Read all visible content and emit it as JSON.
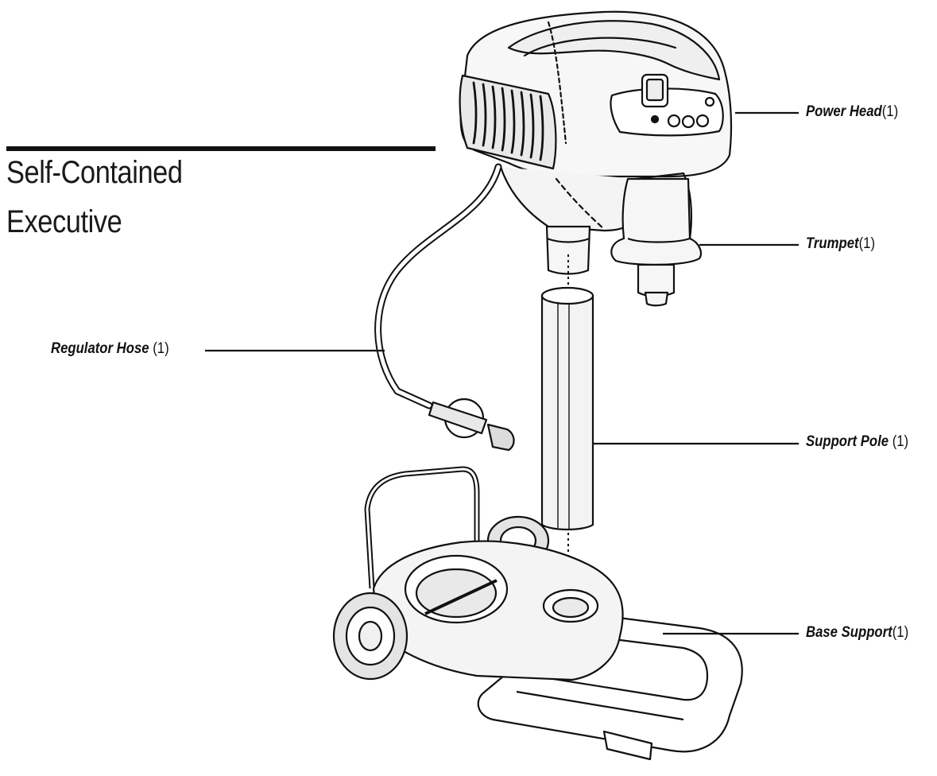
{
  "title": {
    "line1": "Self-Contained",
    "line2": "Executive"
  },
  "callouts": {
    "power_head": {
      "name": "Power Head",
      "qty": "(1)"
    },
    "trumpet": {
      "name": "Trumpet",
      "qty": "(1)"
    },
    "regulator_hose": {
      "name": "Regulator Hose",
      "qty": " (1)"
    },
    "support_pole": {
      "name": "Support Pole",
      "qty": " (1)"
    },
    "base_support": {
      "name": "Base Support",
      "qty": "(1)"
    }
  },
  "colors": {
    "ink": "#111111",
    "background": "#ffffff",
    "shade": "#e6e6e6"
  }
}
